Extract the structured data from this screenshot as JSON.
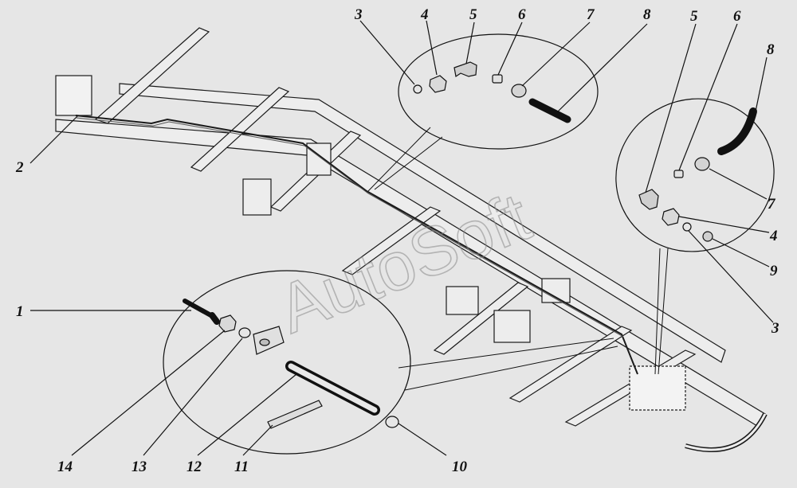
{
  "watermark": "AutoSoft",
  "callouts": {
    "top_group": [
      "3",
      "4",
      "5",
      "6",
      "7",
      "8"
    ],
    "right_group": {
      "left_col": [
        "5",
        "6"
      ],
      "right_col": [
        "8",
        "7",
        "4",
        "9",
        "3"
      ]
    },
    "left_side": [
      "2",
      "1"
    ],
    "bottom_group": [
      "14",
      "13",
      "12",
      "11",
      "10"
    ]
  },
  "colors": {
    "background": "#e6e6e6",
    "line": "#1a1a1a",
    "frame_fill": "#ededed"
  }
}
